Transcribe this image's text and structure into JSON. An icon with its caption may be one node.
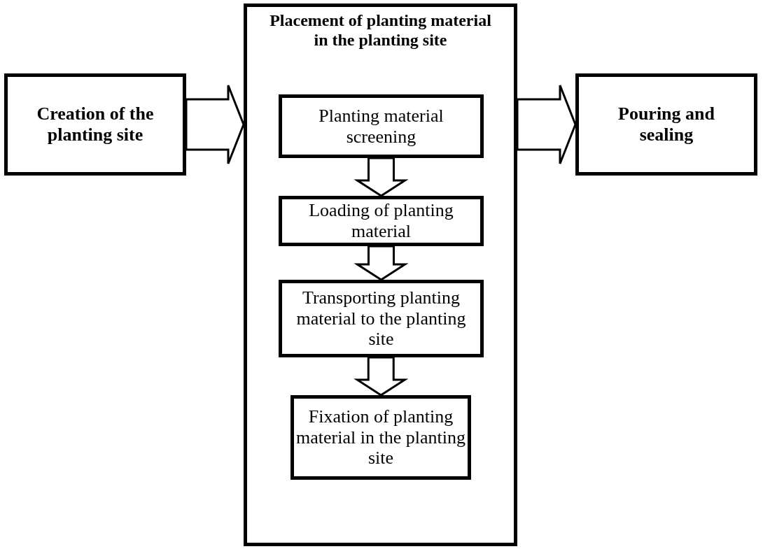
{
  "diagram": {
    "nodes": [
      {
        "text": [
          "Creation of the planting site"
        ]
      },
      {
        "text": [
          "Placement of planting material in the planting site"
        ]
      },
      {
        "text": [
          "Planting material screening"
        ],
        "in": 1
      },
      {
        "text": [
          "Loading of planting material"
        ],
        "in": 1
      },
      {
        "text": [
          "Transporting planting material to the planting site"
        ],
        "in": 1
      },
      {
        "text": [
          "Fixation of planting material in the planting site"
        ],
        "in": 1
      },
      {
        "text": [
          "Pouring and sealing"
        ]
      }
    ],
    "edges": [
      {
        "from": 0,
        "to": 1,
        "arrow": "to"
      },
      {
        "from": 1,
        "to": 6,
        "arrow": "to"
      },
      {
        "from": 2,
        "to": 3,
        "arrow": "to"
      },
      {
        "from": 3,
        "to": 4,
        "arrow": "to"
      },
      {
        "from": 4,
        "to": 5,
        "arrow": "to"
      }
    ]
  }
}
